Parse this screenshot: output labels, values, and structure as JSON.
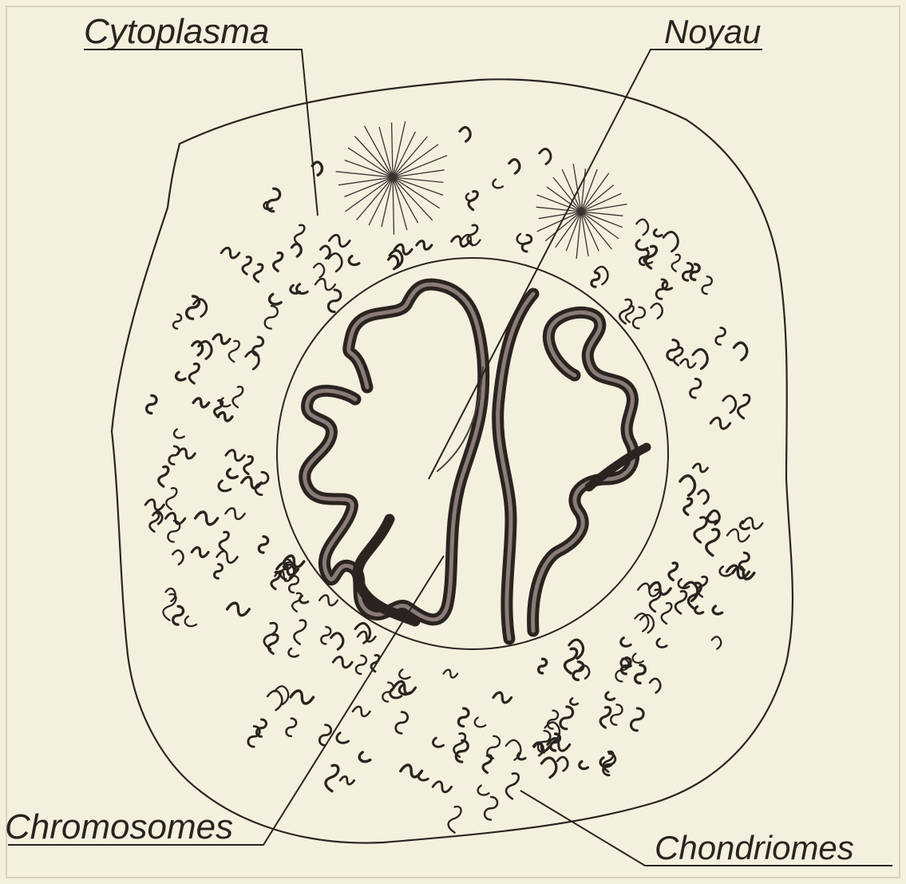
{
  "diagram": {
    "labels": {
      "cytoplasma": "Cytoplasma",
      "noyau": "Noyau",
      "chromosomes": "Chromosomes",
      "chondriomes": "Chondriomes"
    },
    "colors": {
      "paper": "#f4f0de",
      "ink": "#2a2420",
      "chromosome_outline": "#2b2320",
      "chromosome_fill": "#8a7c78"
    }
  }
}
